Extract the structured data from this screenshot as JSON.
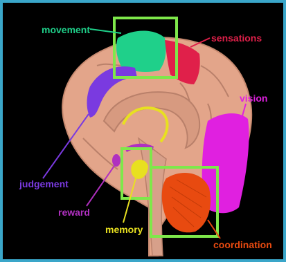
{
  "figure": {
    "labels": {
      "movement": "movement",
      "sensations": "sensations",
      "vision": "vision",
      "judgement": "judgement",
      "reward": "reward",
      "memory": "memory",
      "coordination": "coordination"
    },
    "colors": {
      "movement": "#1fd08a",
      "sensations": "#e0204a",
      "vision": "#e020e0",
      "judgement": "#7a3ae0",
      "reward": "#b030c0",
      "memory": "#e8e020",
      "coordination": "#e84a10",
      "highlight_box": "#7ee84a",
      "brain": "#e3a58a",
      "border": "#3aa6c9"
    }
  }
}
